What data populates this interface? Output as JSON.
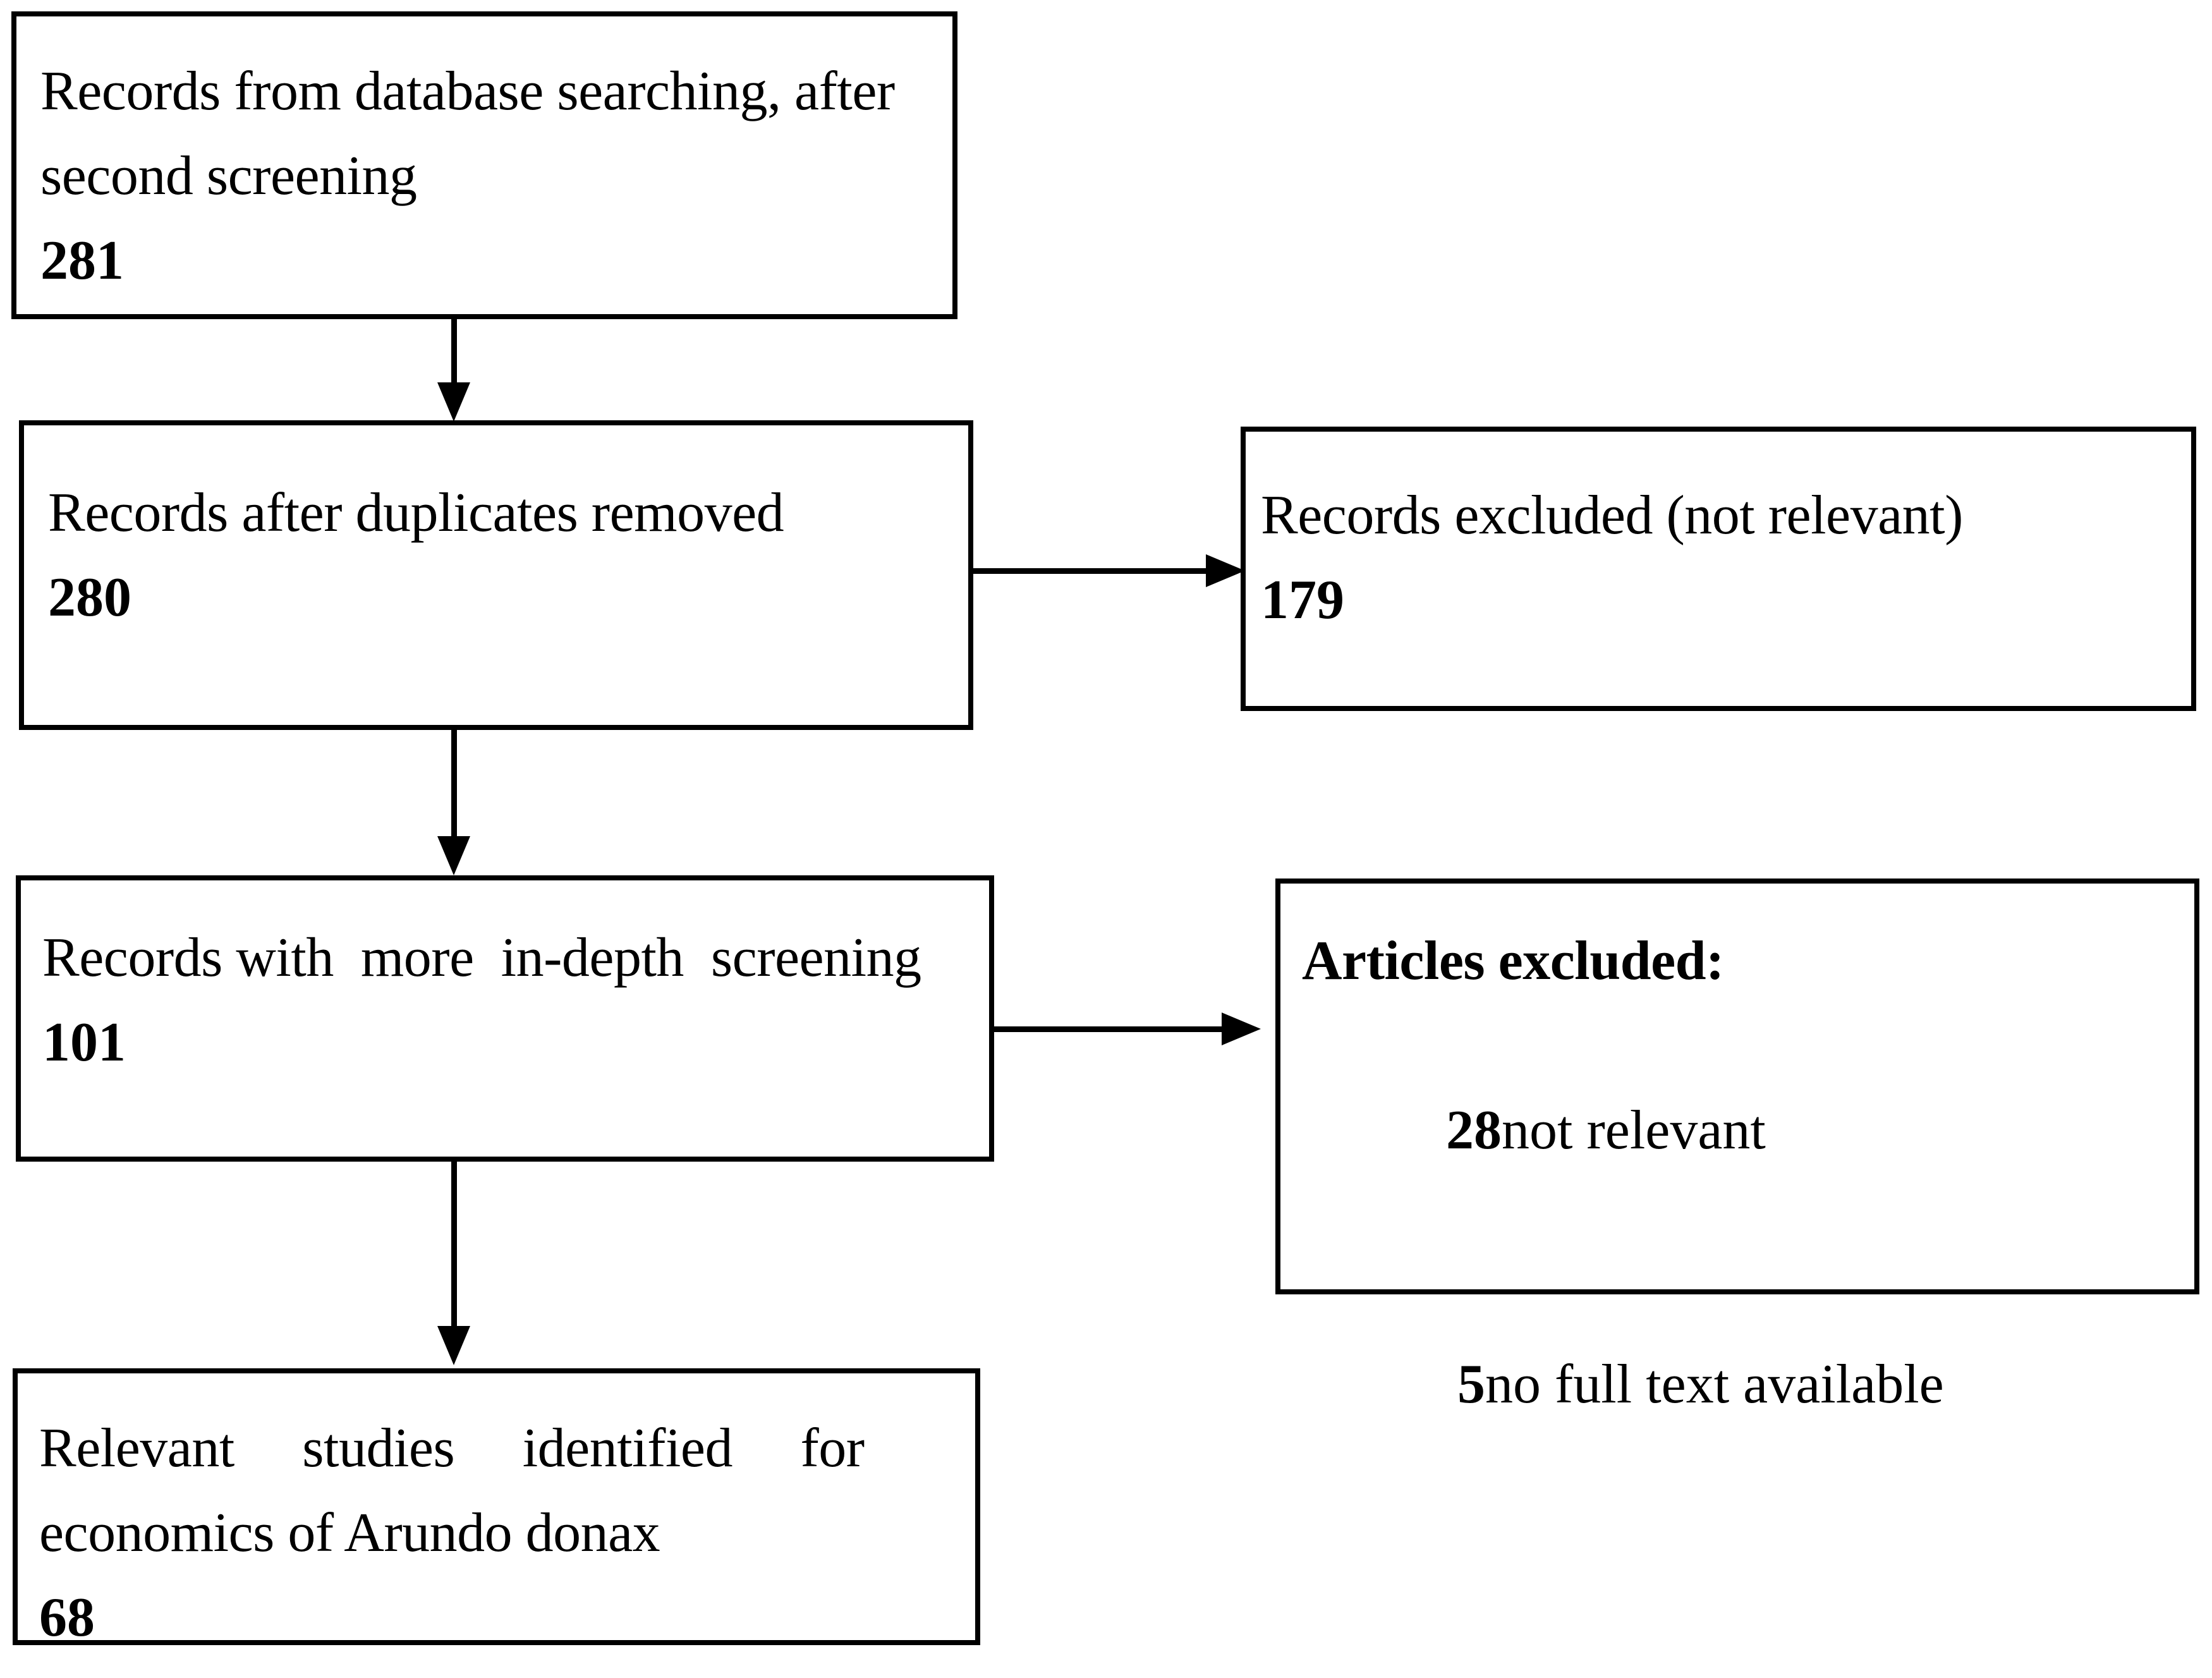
{
  "diagram": {
    "type": "prisma-flow-diagram",
    "colors": {
      "stroke": "#000000",
      "fill": "#ffffff",
      "text": "#000000"
    },
    "boxes": [
      {
        "id": "records-from-database-searching",
        "line1": "Records from database searching, after",
        "line2": "second screening",
        "count": "281"
      },
      {
        "id": "records-after-duplicates-removed",
        "line1": "Records after duplicates removed",
        "count": "280"
      },
      {
        "id": "records-with-more-in-depth-screening",
        "line1": "Records with  more  in-depth  screening",
        "count": "101"
      },
      {
        "id": "relevant-studies-identified",
        "line1": "Relevant     studies     identified     for",
        "line2": "economics of Arundo donax",
        "count": "68"
      },
      {
        "id": "records-excluded-not-relevant",
        "line1": "Records excluded (not relevant)",
        "count": "179"
      },
      {
        "id": "articles-excluded",
        "heading": "Articles excluded:",
        "items": [
          {
            "count": "28",
            "label": "not relevant"
          },
          {
            "count": "5",
            "label": "no full text available"
          }
        ]
      }
    ],
    "connectors": [
      {
        "id": "box1-to-box2",
        "direction": "down"
      },
      {
        "id": "box2-to-box3",
        "direction": "down"
      },
      {
        "id": "box3-to-box6",
        "direction": "down"
      },
      {
        "id": "box2-to-excluded",
        "direction": "right"
      },
      {
        "id": "box3-to-articles-excluded",
        "direction": "right"
      }
    ]
  }
}
